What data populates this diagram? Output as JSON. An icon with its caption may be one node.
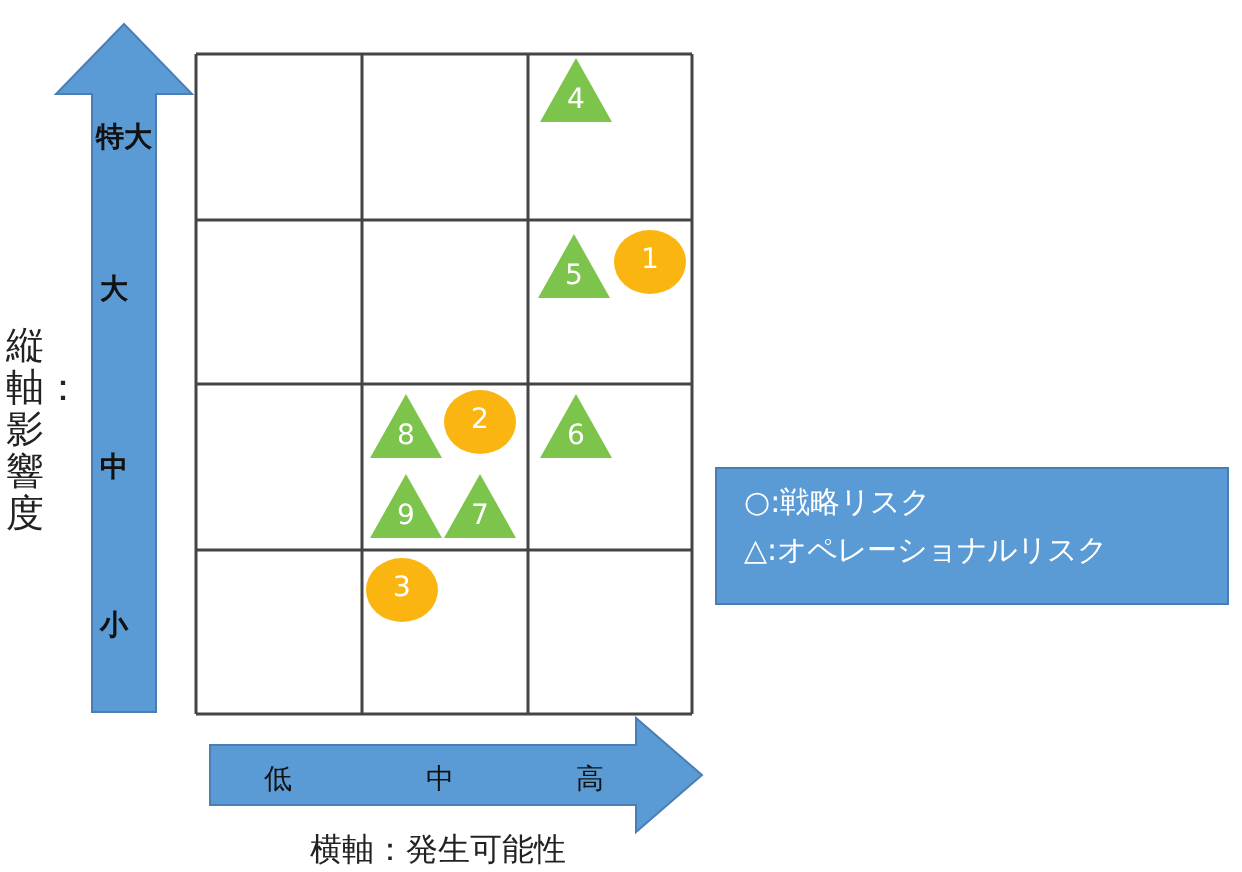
{
  "diagram": {
    "nodes": [
      {
        "text": [
          "特大",
          "大",
          "中",
          "小"
        ]
      },
      {
        "text": [
          "4"
        ]
      },
      {
        "text": [
          "5"
        ]
      },
      {
        "text": [
          "1"
        ]
      },
      {
        "text": [
          "8"
        ]
      },
      {
        "text": [
          "2"
        ]
      },
      {
        "text": [
          "6"
        ]
      },
      {
        "text": [
          "9"
        ]
      },
      {
        "text": [
          "7"
        ]
      },
      {
        "text": [
          "3"
        ]
      },
      {
        "text": [
          "○:戦略リスク",
          "△:オペレーショナルリスク"
        ]
      },
      {
        "text": [
          "低",
          "中",
          "高"
        ]
      }
    ],
    "edges": [],
    "labels": [
      "縦軸：影響度",
      "横軸：発生可能性"
    ]
  }
}
